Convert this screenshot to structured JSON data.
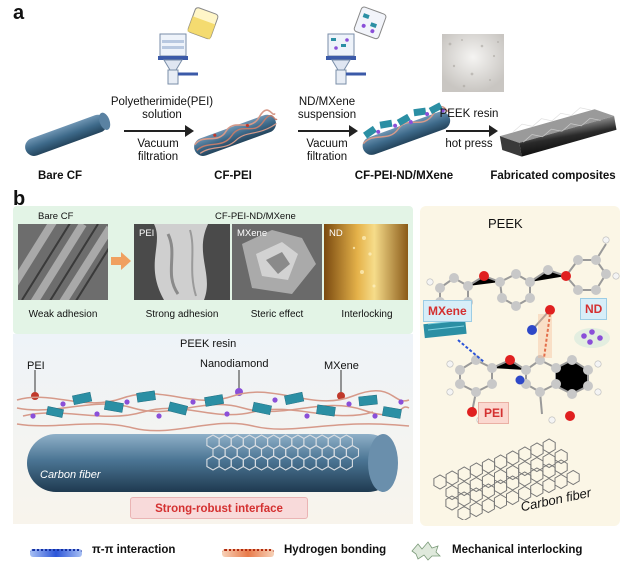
{
  "panel_a": {
    "letter": "a",
    "step1_top_line1": "Polyetherimide(PEI)",
    "step1_top_line2": "solution",
    "step1_bottom_line1": "Vacuum",
    "step1_bottom_line2": "filtration",
    "step2_top_line1": "ND/MXene",
    "step2_top_line2": "suspension",
    "step2_bottom_line1": "Vacuum",
    "step2_bottom_line2": "filtration",
    "step3_top": "PEEK resin",
    "step3_bottom": "hot press",
    "stage_bare": "Bare CF",
    "stage_cfpei": "CF-PEI",
    "stage_cfpeindm": "CF-PEI-ND/MXene",
    "stage_fabricated": "Fabricated composites"
  },
  "panel_b": {
    "letter": "b",
    "sem_bare_title": "Bare CF",
    "sem_group_title": "CF-PEI-ND/MXene",
    "tag_pei": "PEI",
    "tag_mxene": "MXene",
    "tag_nd": "ND",
    "cap_weak": "Weak adhesion",
    "cap_strong": "Strong adhesion",
    "cap_steric": "Steric effect",
    "cap_interlock": "Interlocking",
    "peek_resin": "PEEK resin",
    "pei_label": "PEI",
    "nanodiamond_label": "Nanodiamond",
    "mxene_label": "MXene",
    "carbon_fiber_label": "Carbon fiber",
    "interface_label": "Strong-robust interface",
    "peek_title": "PEEK",
    "mxene_box": "MXene",
    "nd_box": "ND",
    "pei_box": "PEI",
    "carbon_fiber_right": "Carbon fiber"
  },
  "legend": {
    "pi_pi": "π-π interaction",
    "hbond": "Hydrogen bonding",
    "mech": "Mechanical interlocking"
  },
  "colors": {
    "fiber": "#3e6a8a",
    "mxene": "#2b8fa4",
    "nd": "#8a4fd8",
    "pei": "#d69a8a",
    "hbond": "#d94a2a",
    "pipi": "#2c55d8",
    "panel_bg": "#fbf6e6",
    "sem_bg": "#e3f4e6"
  }
}
